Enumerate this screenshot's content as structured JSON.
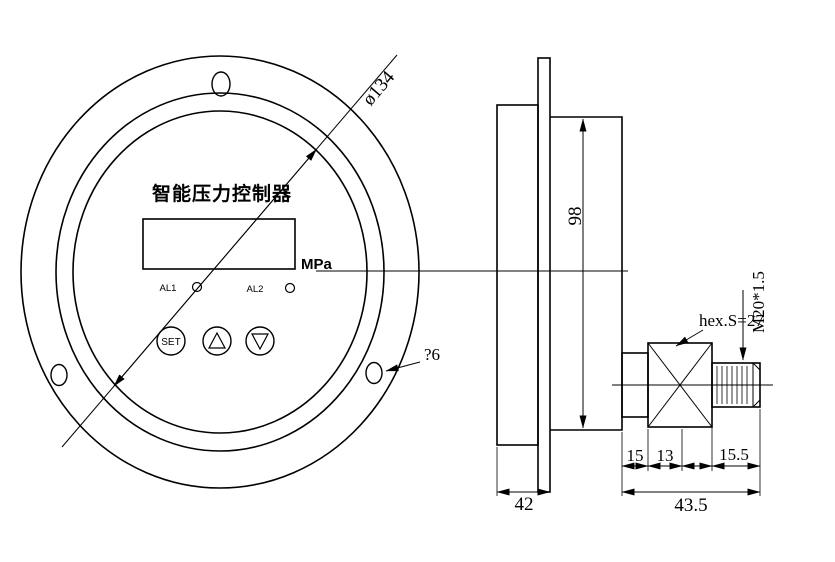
{
  "front_view": {
    "device_title": "智能压力控制器",
    "unit": "MPa",
    "alarm1": "AL1",
    "alarm2": "AL2",
    "set_button": "SET",
    "flange_diameter": "ø134",
    "hole_diameter": "?6"
  },
  "side_view": {
    "case_height": "98",
    "hex_note": "hex.S=27",
    "thread_spec": "M20*1.5",
    "dim_neck": "15",
    "dim_nut": "13",
    "dim_thread": "15.5",
    "dim_front_depth": "42",
    "dim_connector_length": "43.5"
  },
  "colors": {
    "line": "#000000",
    "background": "#ffffff"
  }
}
